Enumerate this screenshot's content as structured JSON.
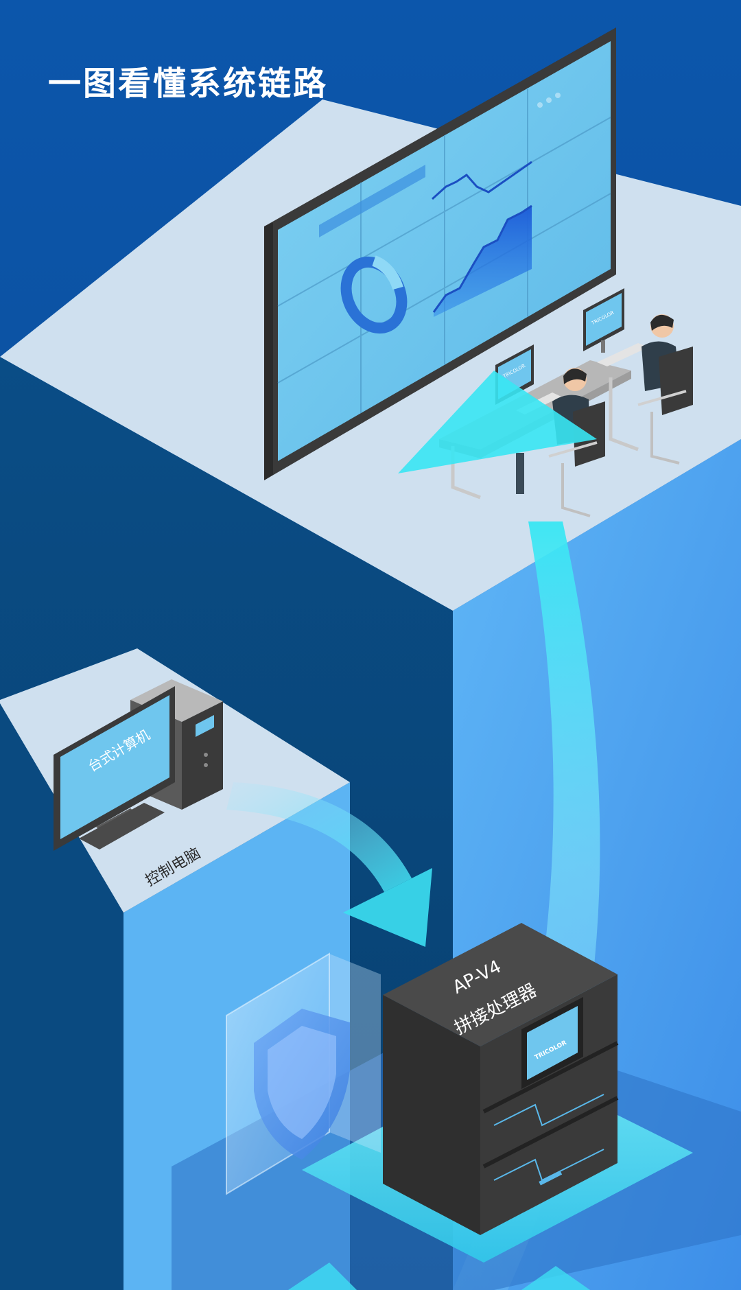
{
  "header": {
    "title": "一图看懂系统链路"
  },
  "monitor_label": "台式计算机",
  "control_pc_label": "控制电脑",
  "processor": {
    "model": "AP-V4",
    "name": "拼接处理器",
    "brand": "TRICOLOR"
  },
  "desk_monitor_brand": "TRICOLOR",
  "colors": {
    "background_top": "#0c55a8",
    "background_bottom": "#0a3f7a",
    "accent_cyan": "#3ee8f5",
    "screen_blue": "#6fc6ee"
  }
}
